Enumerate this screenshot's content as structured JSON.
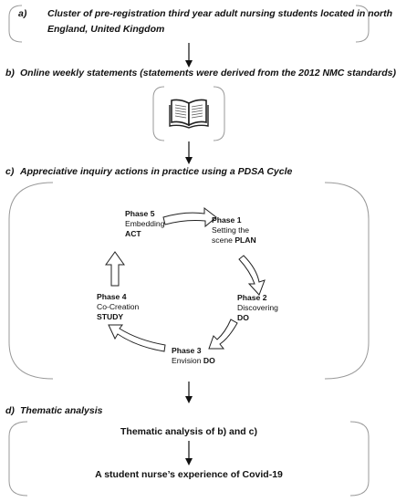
{
  "steps": {
    "a": {
      "marker": "a)",
      "text": "Cluster of pre-registration third year adult nursing students located in north",
      "text2": "England, United Kingdom"
    },
    "b": {
      "marker": "b)",
      "text": "Online weekly statements (statements were derived from the 2012 NMC standards)"
    },
    "c": {
      "marker": "c)",
      "text": "Appreciative inquiry actions in practice using a PDSA Cycle"
    },
    "d": {
      "marker": "d)",
      "text": "Thematic analysis"
    }
  },
  "book_icon": "open-book-icon",
  "phases": [
    {
      "title": "Phase 1",
      "line1": "Setting the",
      "line2": "scene",
      "action": "PLAN"
    },
    {
      "title": "Phase 2",
      "line1": "Discovering",
      "action": "DO"
    },
    {
      "title": "Phase 3",
      "line1": "Envision",
      "action": "DO"
    },
    {
      "title": "Phase 4",
      "line1": "Co-Creation",
      "action": "STUDY"
    },
    {
      "title": "Phase 5",
      "line1": "Embedding",
      "action": "ACT"
    }
  ],
  "results": {
    "thematic": "Thematic analysis of b) and c)",
    "experience": "A student nurse’s experience of Covid-19"
  }
}
